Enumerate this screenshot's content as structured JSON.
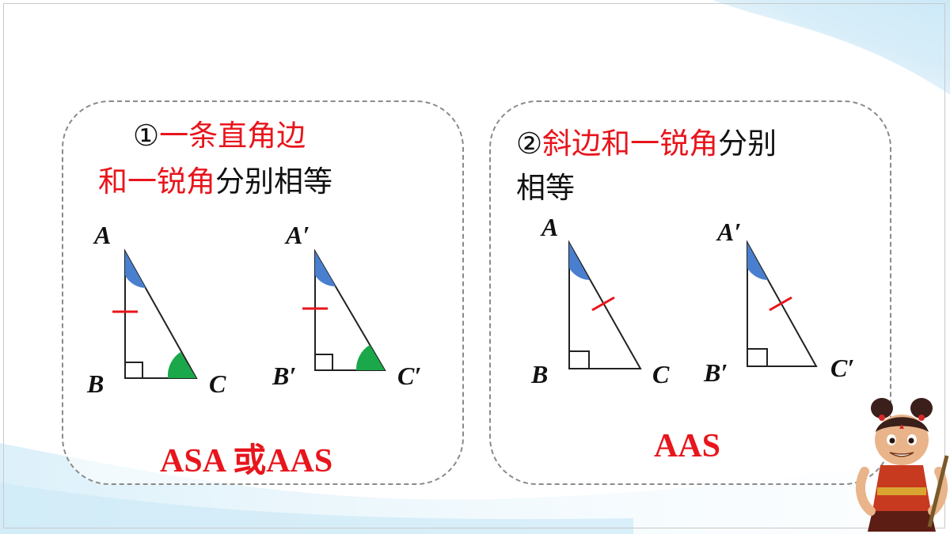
{
  "panel1": {
    "num": "①",
    "cond_red_1": "一条直角边",
    "cond_red_2": "和一锐角",
    "cond_black": "分别相等",
    "result": "ASA 或AAS",
    "left_triangle": {
      "A": "A",
      "B": "B",
      "C": "C"
    },
    "right_triangle": {
      "A": "A′",
      "B": "B′",
      "C": "C′"
    }
  },
  "panel2": {
    "num": "②",
    "cond_red": "斜边和一锐角",
    "cond_black_1": "分别",
    "cond_black_2": "相等",
    "result": "AAS",
    "left_triangle": {
      "A": "A",
      "B": "B",
      "C": "C"
    },
    "right_triangle": {
      "A": "A′",
      "B": "B′",
      "C": "C′"
    }
  },
  "colors": {
    "condition_red": "#e8151c",
    "angle_blue": "#4a7fcf",
    "angle_green": "#1aa84a",
    "tick_red": "#e8151c"
  }
}
